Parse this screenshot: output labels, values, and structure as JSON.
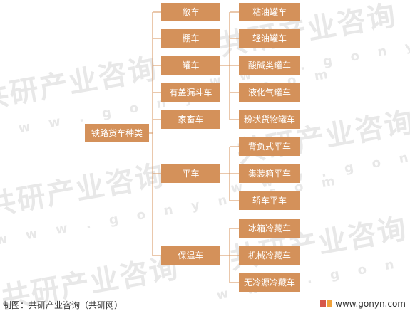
{
  "diagram": {
    "root": "铁路货车种类",
    "categories": [
      {
        "label": "敞车",
        "children": []
      },
      {
        "label": "棚车",
        "children": []
      },
      {
        "label": "罐车",
        "children": [
          "粘油罐车",
          "轻油罐车",
          "酸碱类罐车",
          "液化气罐车",
          "粉状货物罐车"
        ]
      },
      {
        "label": "有盖漏斗车",
        "children": []
      },
      {
        "label": "家畜车",
        "children": []
      },
      {
        "label": "平车",
        "children": [
          "背负式平车",
          "集装箱平车",
          "轿车平车"
        ]
      },
      {
        "label": "保温车",
        "children": [
          "冰箱冷藏车",
          "机械冷藏车",
          "无冷源冷藏车"
        ]
      }
    ]
  },
  "watermark": {
    "text": "共研产业咨询",
    "url": "w w w . g o n y n . c o m"
  },
  "footer": {
    "source": "制图：共研产业咨询（共研网）",
    "site": "www.gonyn.com"
  },
  "colors": {
    "node_fill": "#d4915a",
    "node_text": "#ffffff",
    "connector": "#d4915a"
  }
}
